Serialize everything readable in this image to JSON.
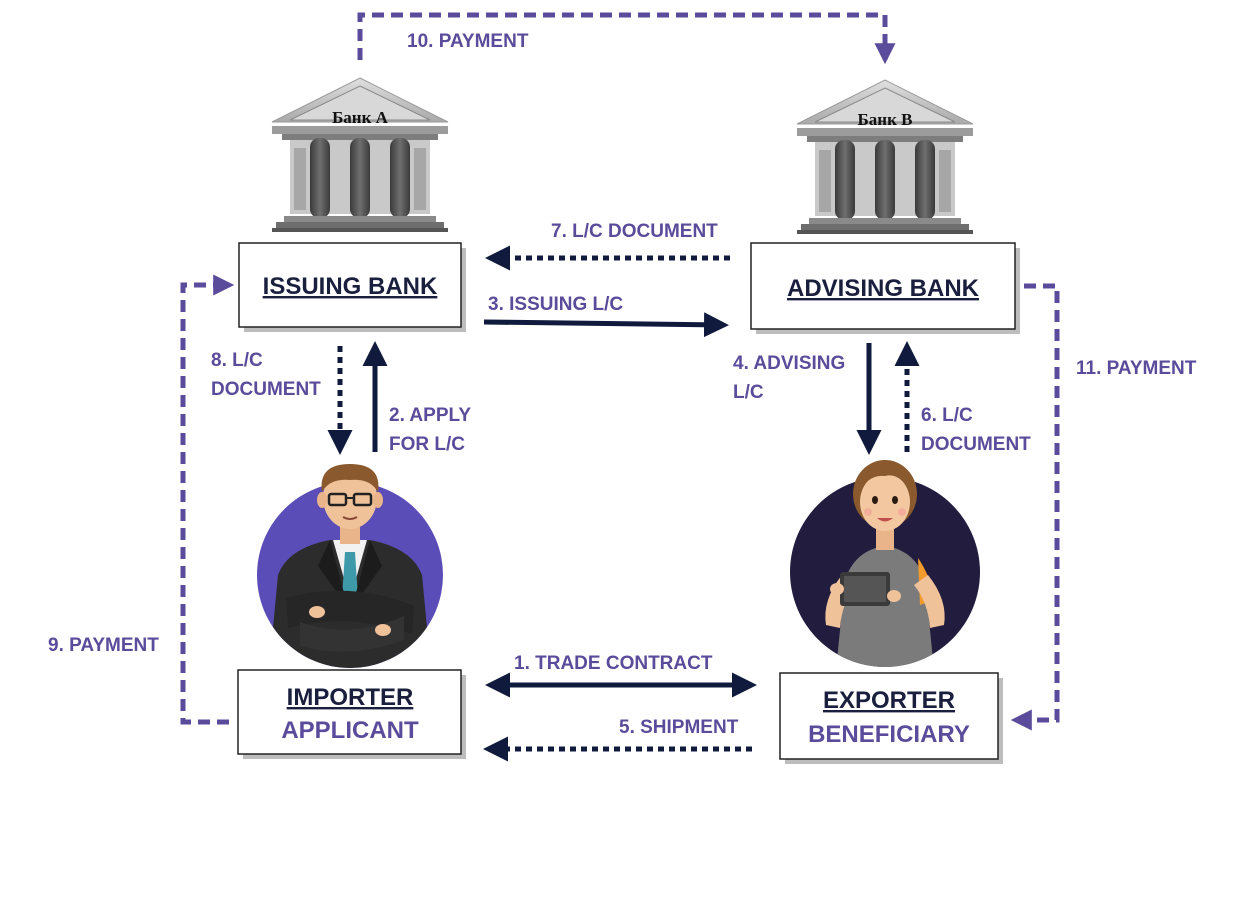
{
  "colors": {
    "navy": "#0f1a3c",
    "purple": "#5b4b9b",
    "purple_label": "#5b4b9b",
    "importer_circle": "#5b4db8",
    "exporter_circle": "#221c3f"
  },
  "banks": {
    "bank_a": {
      "sign": "Банк А",
      "box_title": "ISSUING BANK"
    },
    "bank_b": {
      "sign": "Банк В",
      "box_title": "ADVISING BANK"
    }
  },
  "parties": {
    "importer": {
      "title": "IMPORTER",
      "role": "APPLICANT"
    },
    "exporter": {
      "title": "EXPORTER",
      "role": "BENEFICIARY"
    }
  },
  "steps": {
    "s1": "1. TRADE CONTRACT",
    "s2": [
      "2. APPLY",
      "FOR L/C"
    ],
    "s3": "3. ISSUING L/C",
    "s4": [
      "4. ADVISING",
      "L/C"
    ],
    "s5": "5. SHIPMENT",
    "s6": [
      "6. L/C",
      "DOCUMENT"
    ],
    "s7": "7. L/C DOCUMENT",
    "s8": [
      "8. L/C",
      "DOCUMENT"
    ],
    "s9": "9. PAYMENT",
    "s10": "10. PAYMENT",
    "s11": "11. PAYMENT"
  }
}
